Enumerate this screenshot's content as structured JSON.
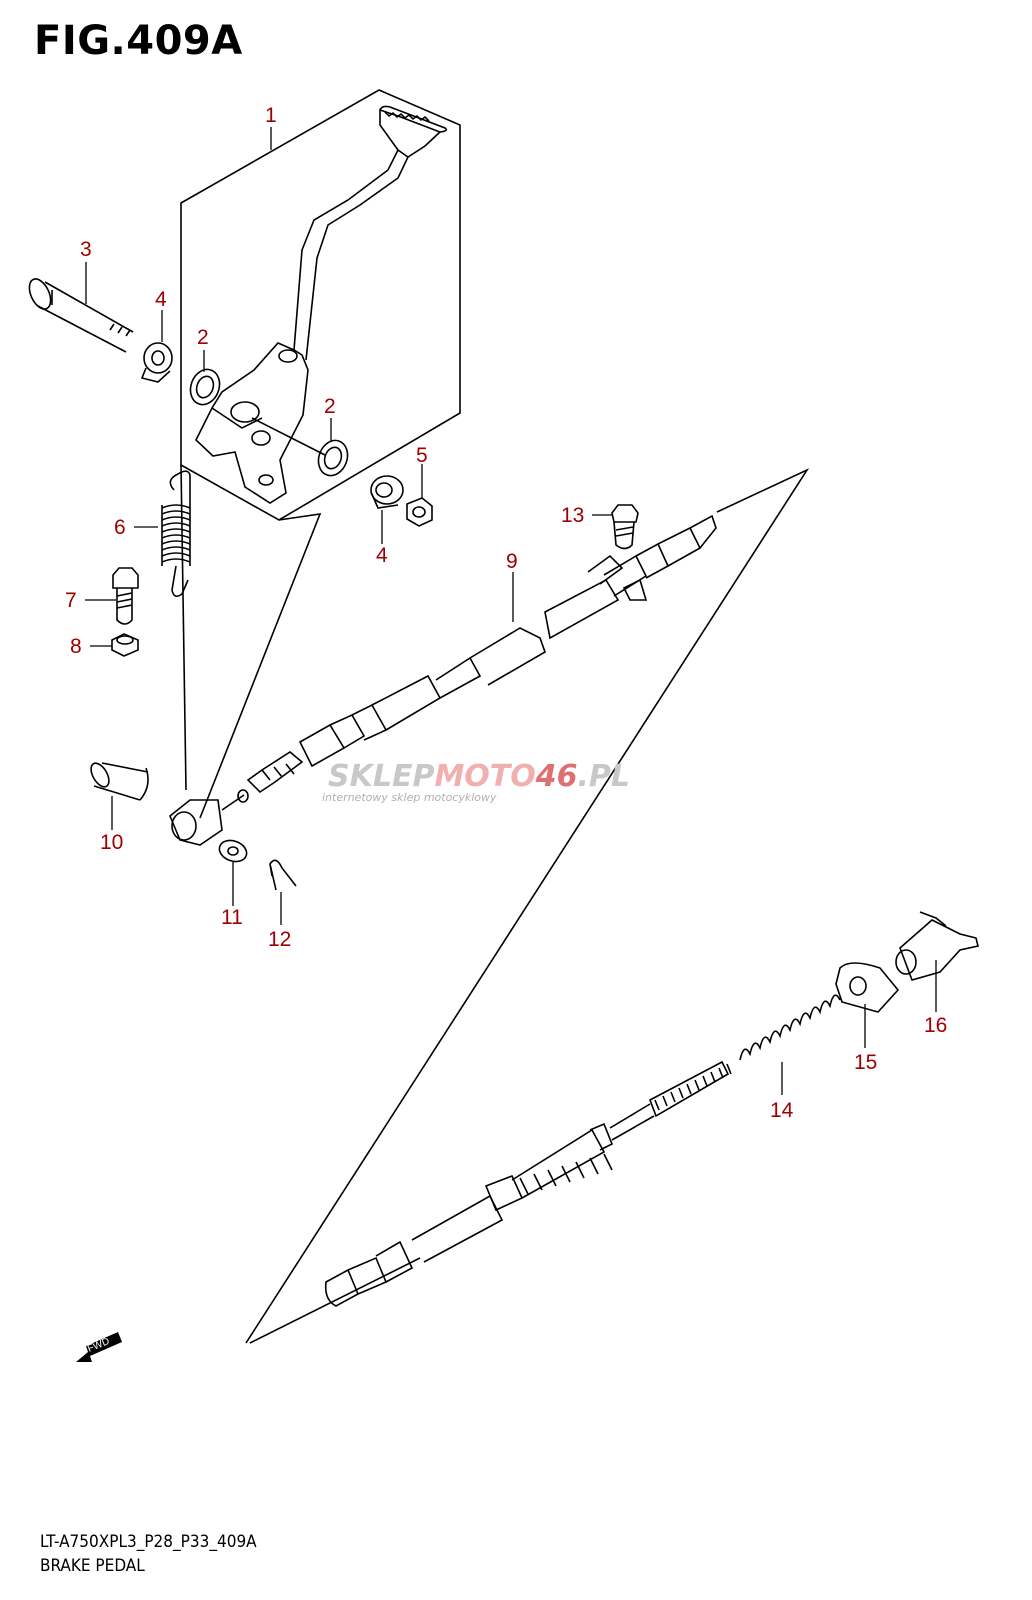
{
  "figure": {
    "title": "FIG.409A",
    "footer_code": "LT-A750XPL3_P28_P33_409A",
    "footer_name": "BRAKE PEDAL",
    "fwd_label": "FWD"
  },
  "watermark": {
    "brand_a": "SKLEP",
    "brand_b": "MOTO",
    "brand_c": "46",
    "brand_d": ".PL",
    "tagline": "internetowy sklep motocyklowy"
  },
  "callouts": [
    "1",
    "2",
    "2",
    "3",
    "4",
    "4",
    "5",
    "6",
    "7",
    "8",
    "9",
    "10",
    "11",
    "12",
    "13",
    "14",
    "15",
    "16"
  ],
  "colors": {
    "callout": "#a00000",
    "line": "#000000",
    "watermark_grey": "#c8c8c8",
    "watermark_red": "#f0b0b0"
  }
}
